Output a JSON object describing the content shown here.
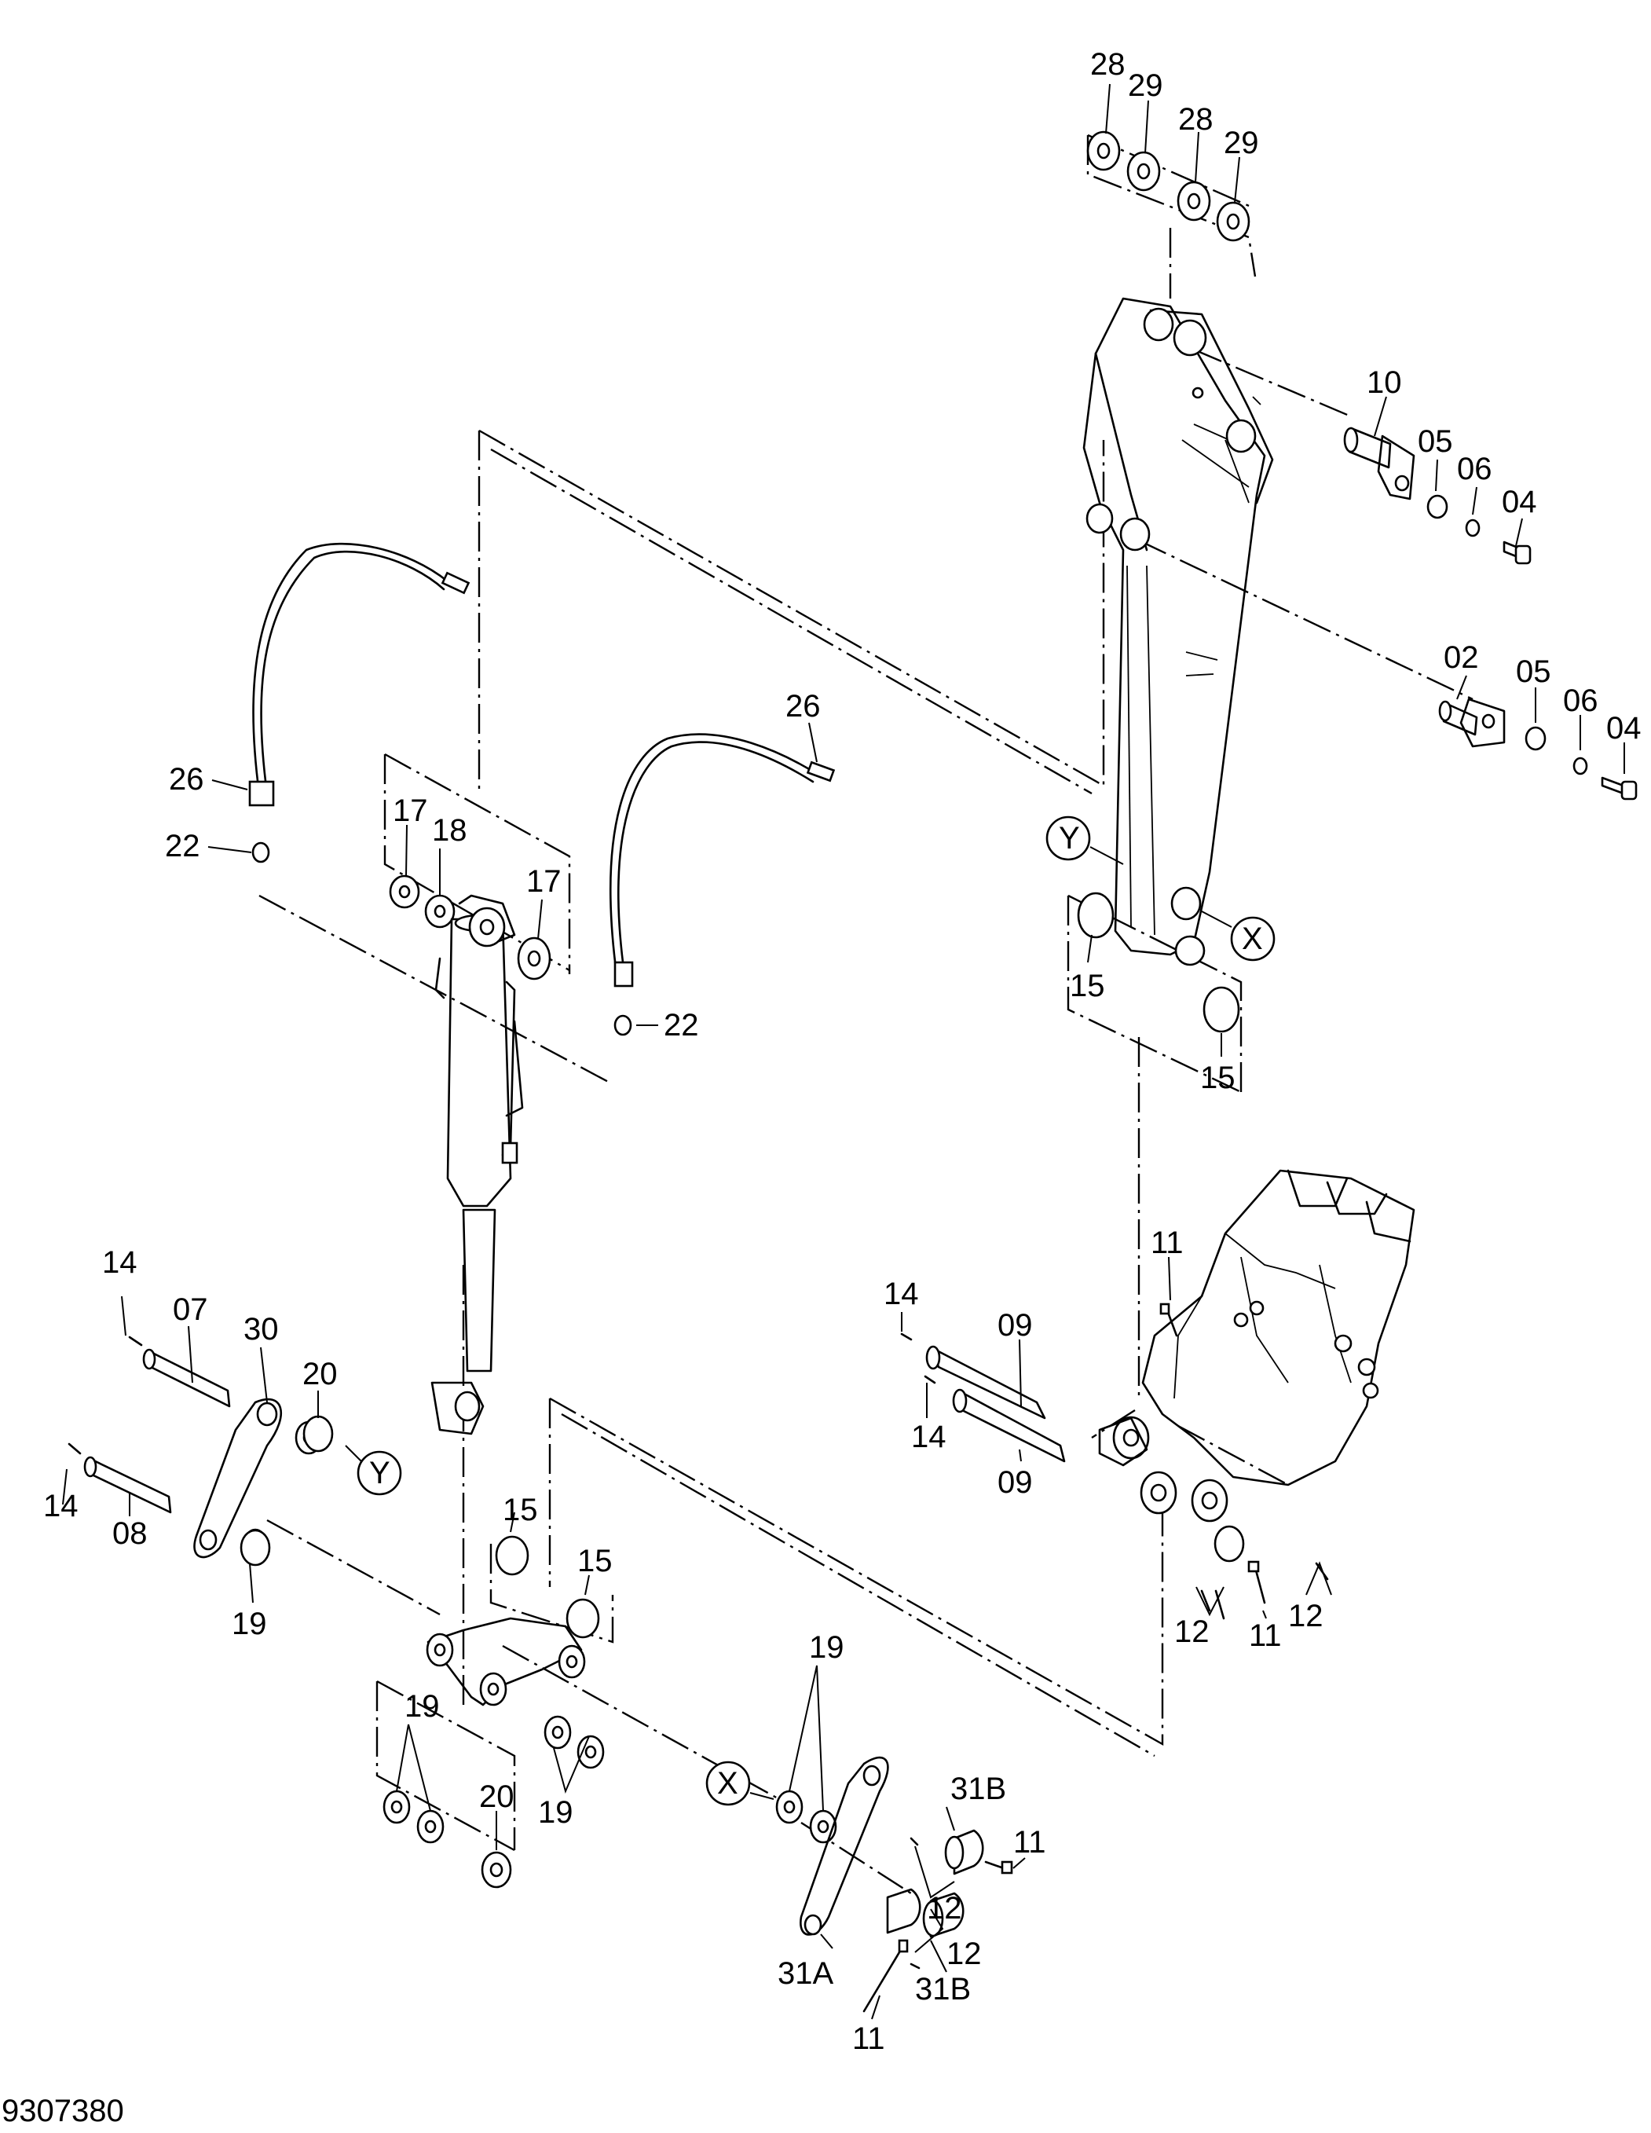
{
  "drawing_number": "9307380",
  "callouts": [
    "28",
    "29",
    "28",
    "29",
    "10",
    "05",
    "06",
    "04",
    "02",
    "05",
    "06",
    "04",
    "Y",
    "X",
    "15",
    "15",
    "26",
    "22",
    "17",
    "18",
    "17",
    "26",
    "22",
    "14",
    "07",
    "30",
    "20",
    "Y",
    "14",
    "08",
    "19",
    "15",
    "15",
    "19",
    "20",
    "19",
    "X",
    "19",
    "31B",
    "11",
    "12",
    "12",
    "31A",
    "31B",
    "11",
    "14",
    "09",
    "14",
    "09",
    "11",
    "12",
    "11",
    "12"
  ]
}
